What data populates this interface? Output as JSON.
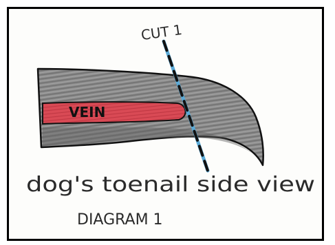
{
  "labels": {
    "cut": "CUT 1",
    "vein": "VEIN",
    "caption": "dog's toenail side view",
    "title": "DIAGRAM 1"
  },
  "colors": {
    "nail_gray": "#8a8a8a",
    "nail_dark": "#5f5f5f",
    "vein_red": "#d94a55",
    "outline": "#111111",
    "cut_line_black": "#111111",
    "cut_line_blue": "#5aa9d6",
    "ink": "#2a2a2a"
  }
}
